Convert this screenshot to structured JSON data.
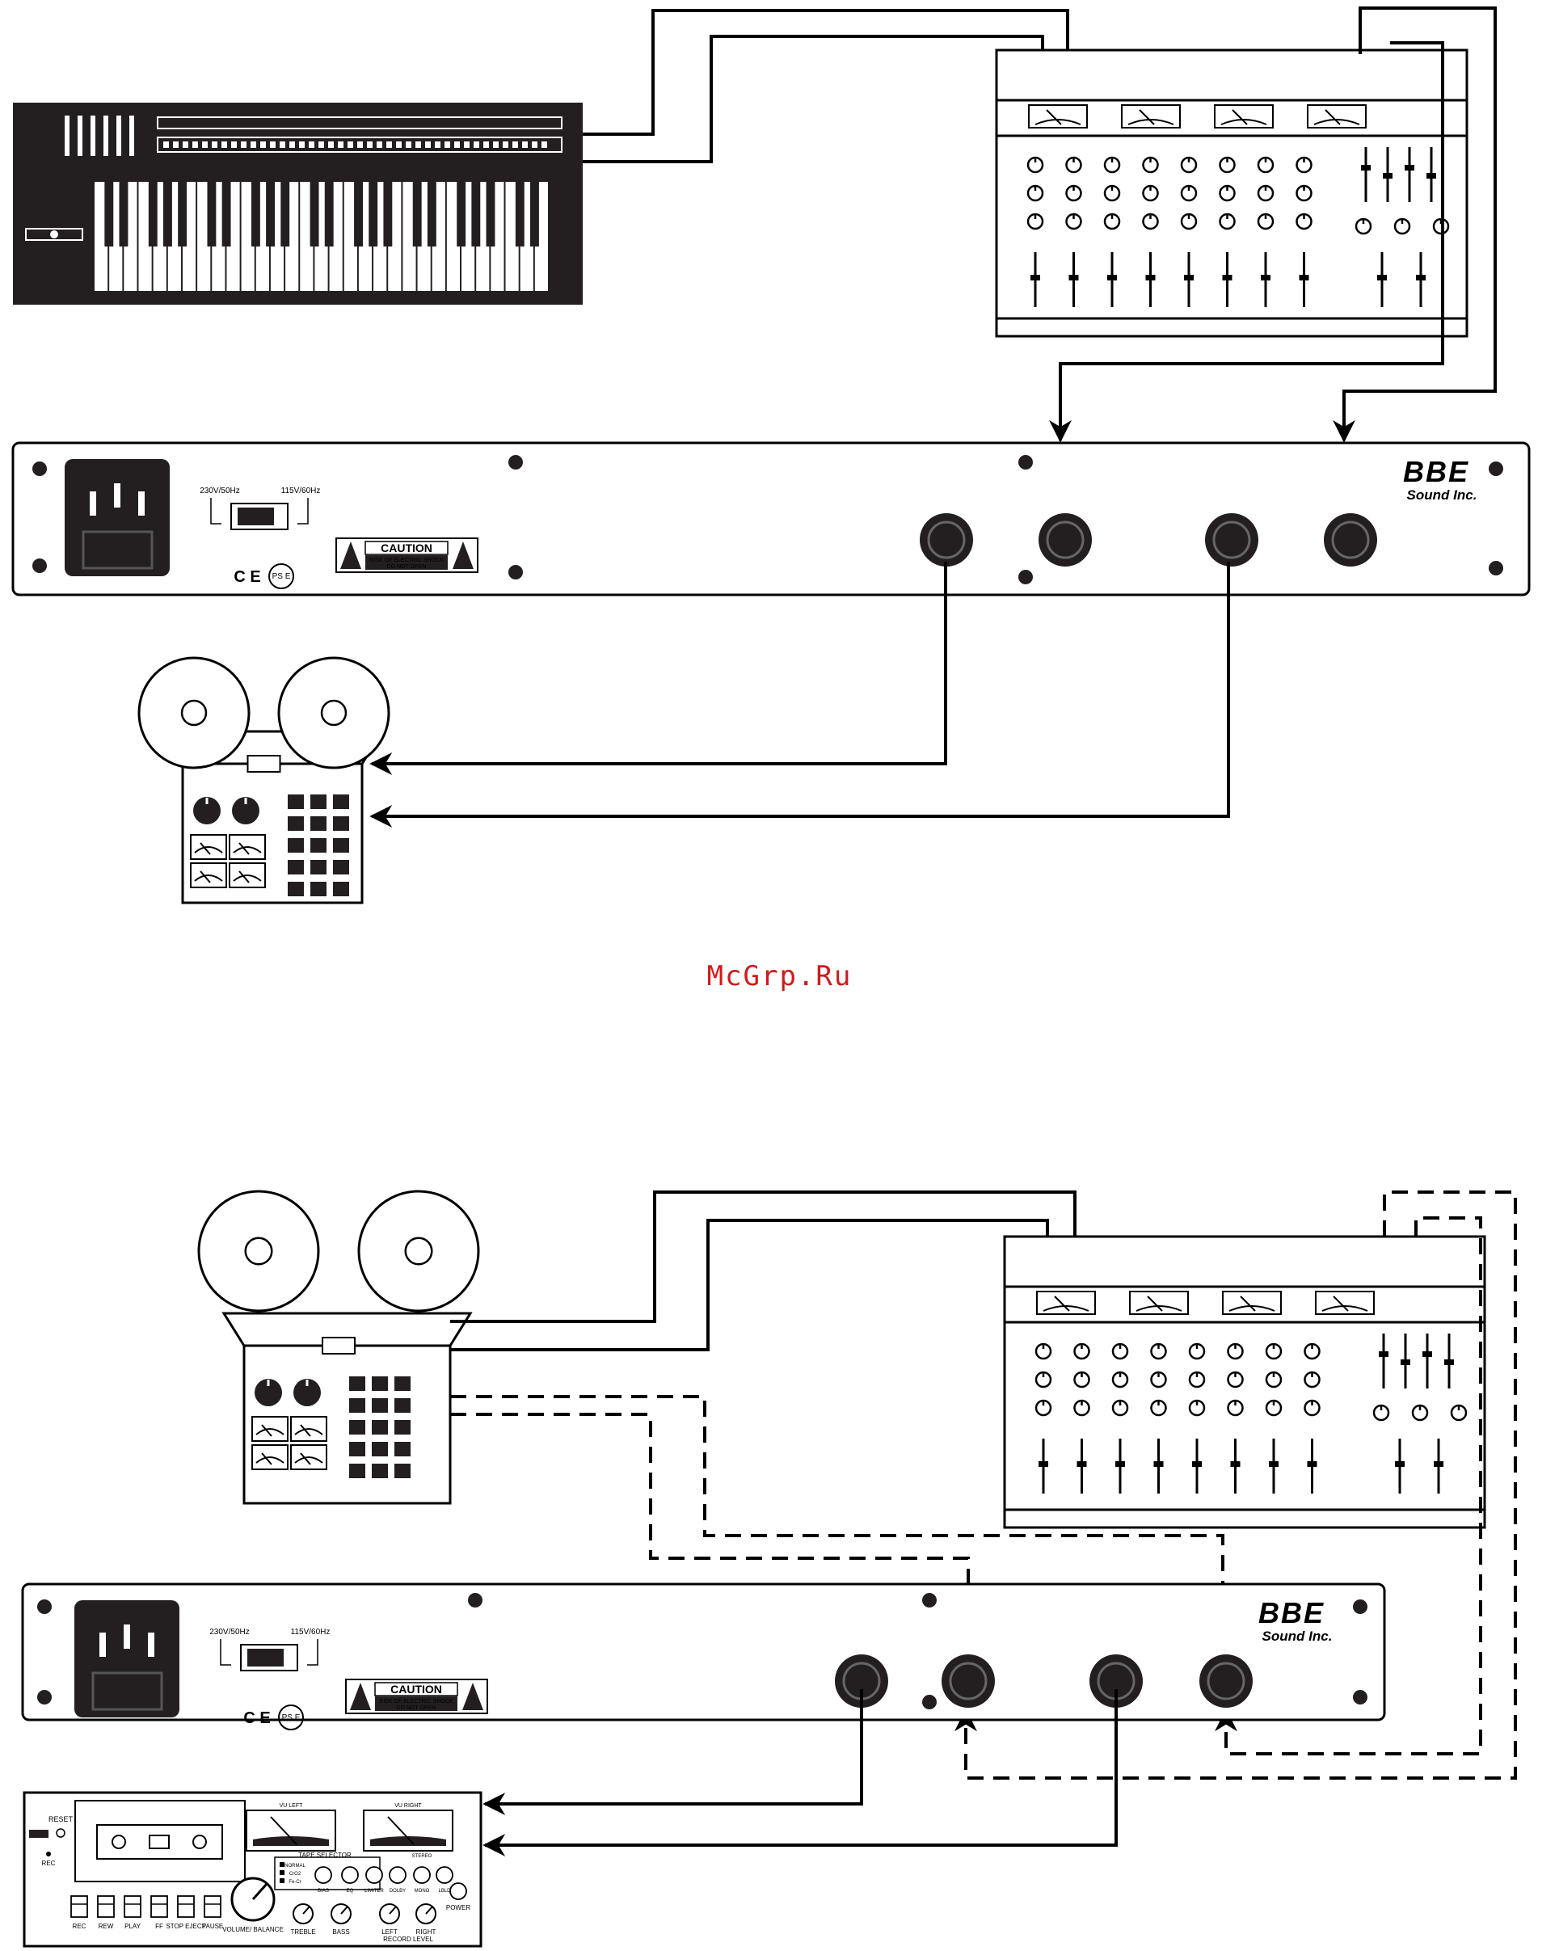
{
  "watermark": "McGrp.Ru",
  "diagram1": {
    "unit": {
      "voltage_230": "230V/50Hz",
      "voltage_115": "115V/60Hz",
      "caution_title": "CAUTION",
      "caution_line1": "RISK OF ELECTRIC SHOCK",
      "caution_line2": "DO NOT OPEN",
      "ce_mark": "C E",
      "pse_mark": "PS E",
      "brand": "BBE",
      "brand_sub": "Sound Inc."
    }
  },
  "diagram2": {
    "unit": {
      "voltage_230": "230V/50Hz",
      "voltage_115": "115V/60Hz",
      "caution_title": "CAUTION",
      "caution_line1": "RISK OF ELECTRIC SHOCK",
      "caution_line2": "DO NOT OPEN",
      "ce_mark": "C E",
      "pse_mark": "PS E",
      "brand": "BBE",
      "brand_sub": "Sound Inc."
    },
    "cassette": {
      "reset": "RESET",
      "rec_indicator": "REC",
      "vu_left": "VU LEFT",
      "vu_right": "VU RIGHT",
      "tape_selector": "TAPE SELECTOR",
      "normal": "NORMAL",
      "crom": "CrO2",
      "metal": "Fe-Cr",
      "bias": "BIAS",
      "eq": "EQ",
      "limiter": "LIMITER",
      "dolby": "DOLBY",
      "stereo": "STEREO",
      "mono": "MONO",
      "lbld": "LBLD",
      "power": "POWER",
      "rec": "REC",
      "rew": "REW",
      "play": "PLAY",
      "ff": "FF",
      "stop_eject": "STOP EJECT",
      "pause": "PAUSE",
      "volume_balance": "VOLUME/ BALANCE",
      "treble": "TREBLE",
      "bass": "BASS",
      "left_record_level": "LEFT",
      "right_record_level": "RIGHT",
      "record_level": "RECORD LEVEL"
    }
  }
}
